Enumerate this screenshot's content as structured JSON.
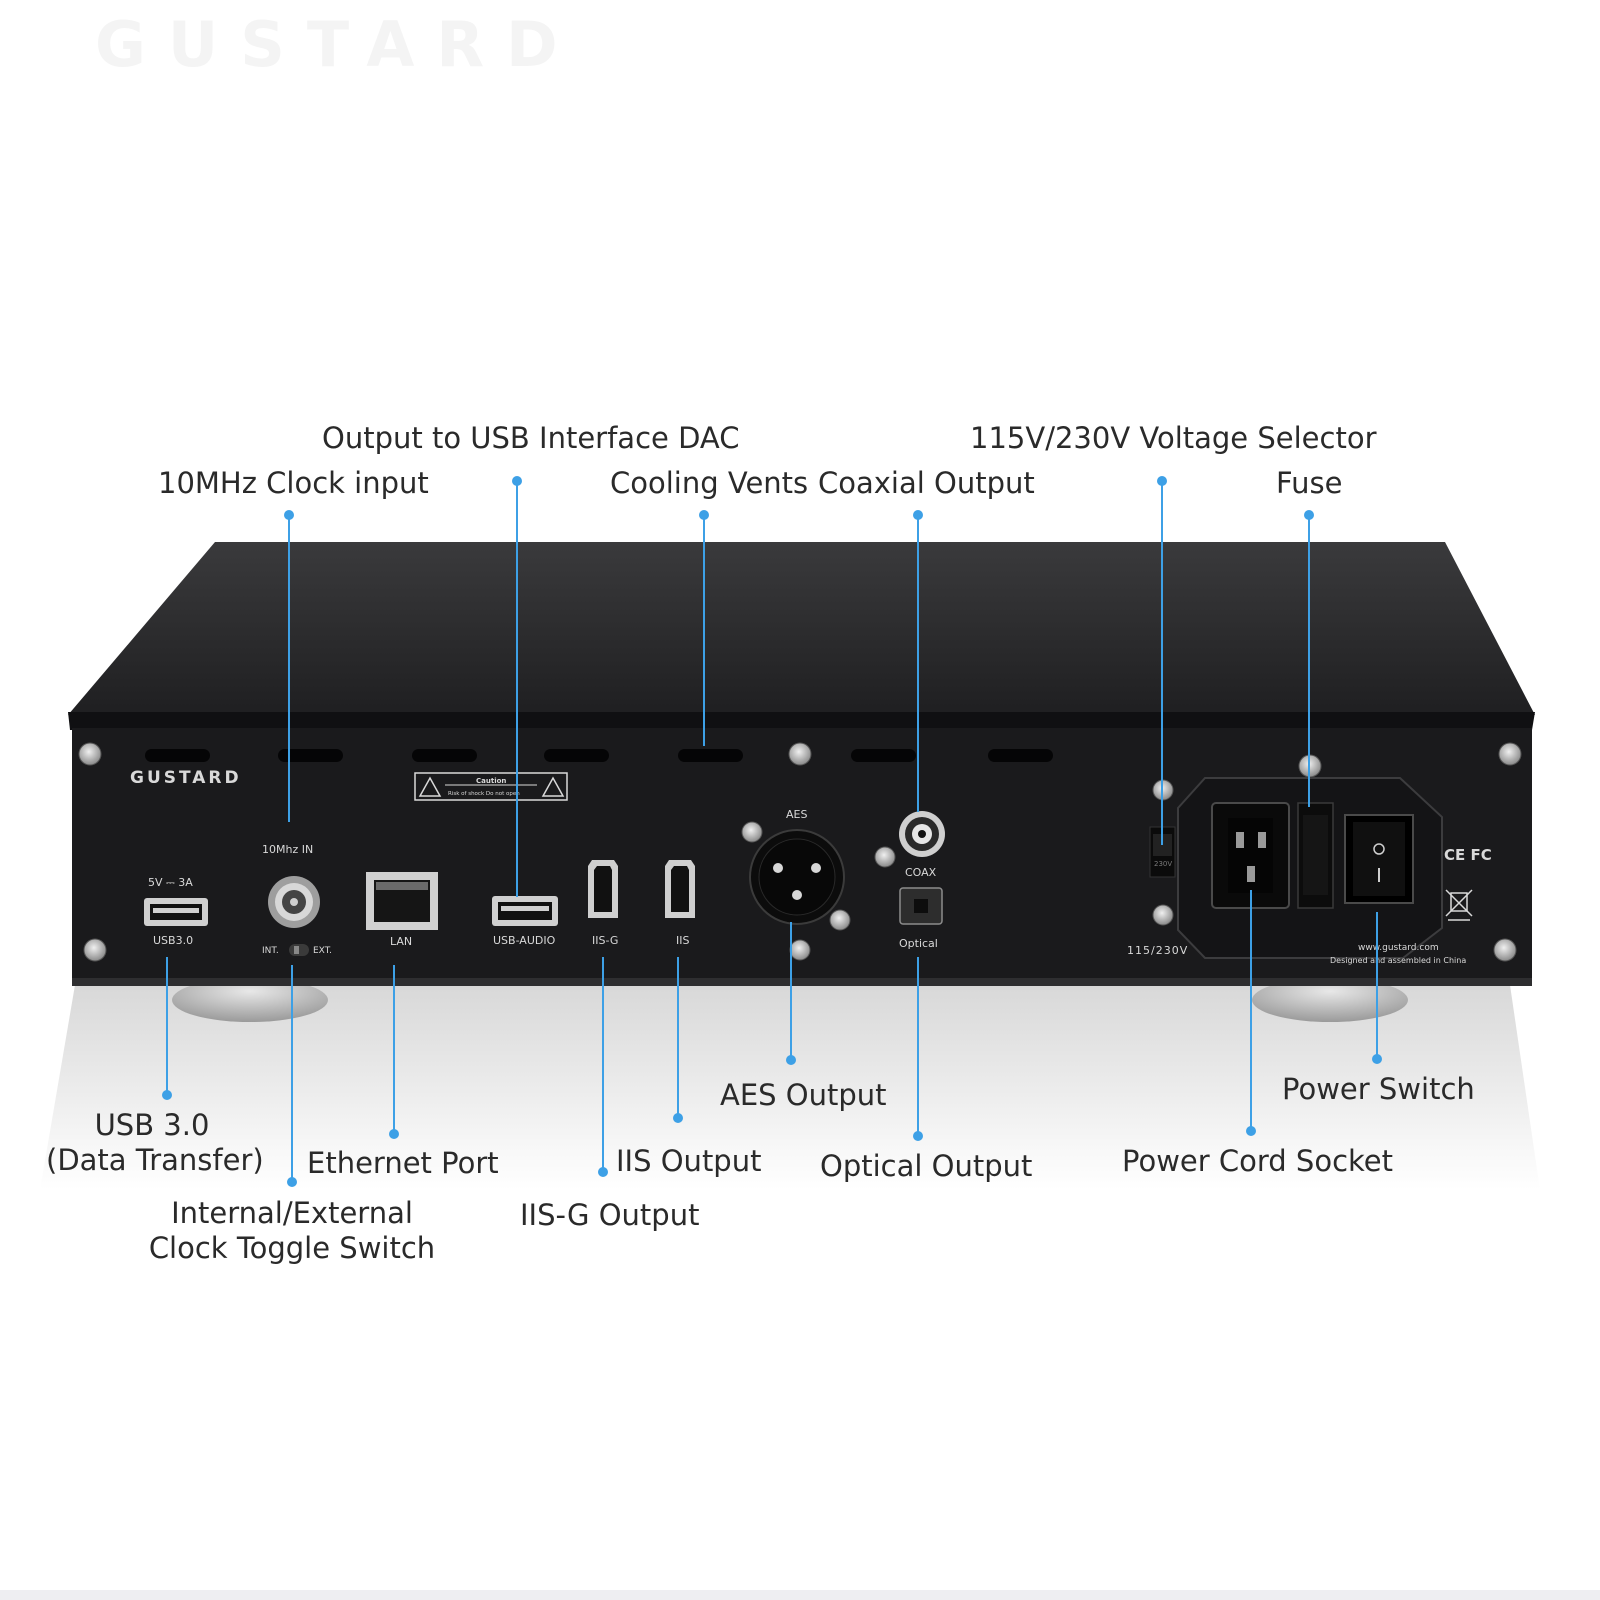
{
  "watermark": "GUSTARD",
  "colors": {
    "leader": "#3da0e6",
    "chassis": "#1c1c1e",
    "chassis_top": "#2b2b2d",
    "panel_text": "#d9d9d9"
  },
  "callouts": {
    "usb_interface_dac": "Output to USB Interface DAC",
    "clock_input": "10MHz Clock input",
    "cooling_vents": "Cooling Vents",
    "coaxial_output": "Coaxial Output",
    "voltage_selector": "115V/230V Voltage Selector",
    "fuse": "Fuse",
    "usb3_line1": "USB 3.0",
    "usb3_line2": "(Data Transfer)",
    "clock_toggle_line1": "Internal/External",
    "clock_toggle_line2": "Clock Toggle Switch",
    "ethernet_port": "Ethernet Port",
    "iisg_output": "IIS-G Output",
    "iis_output": "IIS Output",
    "aes_output": "AES Output",
    "optical_output": "Optical Output",
    "power_cord_socket": "Power Cord Socket",
    "power_switch": "Power Switch"
  },
  "panel_labels": {
    "brand": "GUSTARD",
    "usb_rating": "5V ⎓ 3A",
    "usb30": "USB3.0",
    "clock_in": "10Mhz IN",
    "int": "INT.",
    "ext": "EXT.",
    "lan": "LAN",
    "usb_audio": "USB-AUDIO",
    "iis_g": "IIS-G",
    "iis": "IIS",
    "aes": "AES",
    "coax": "COAX",
    "optical": "Optical",
    "voltage": "115/230V",
    "switch_state": "230V",
    "caution": "Caution",
    "caution_sub": "Risk of shock Do not open",
    "website": "www.gustard.com",
    "made_in": "Designed and assembled in China",
    "certs": "CE FC"
  }
}
